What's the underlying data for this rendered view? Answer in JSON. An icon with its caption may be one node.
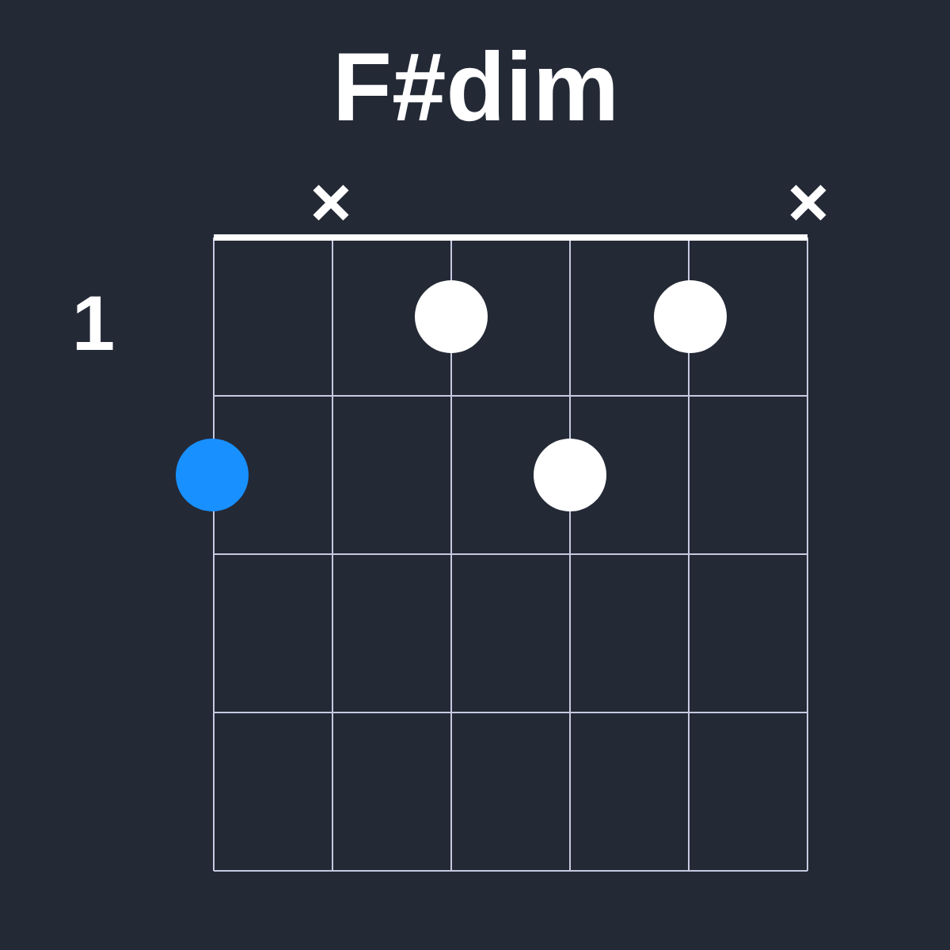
{
  "diagram": {
    "title": "F#dim",
    "nodes": [
      {
        "text": [],
        "shape": "circle"
      },
      {
        "text": [],
        "shape": "circle"
      },
      {
        "text": [],
        "shape": "circle"
      },
      {
        "text": [],
        "shape": "circle"
      }
    ],
    "labels": [
      "1"
    ]
  }
}
